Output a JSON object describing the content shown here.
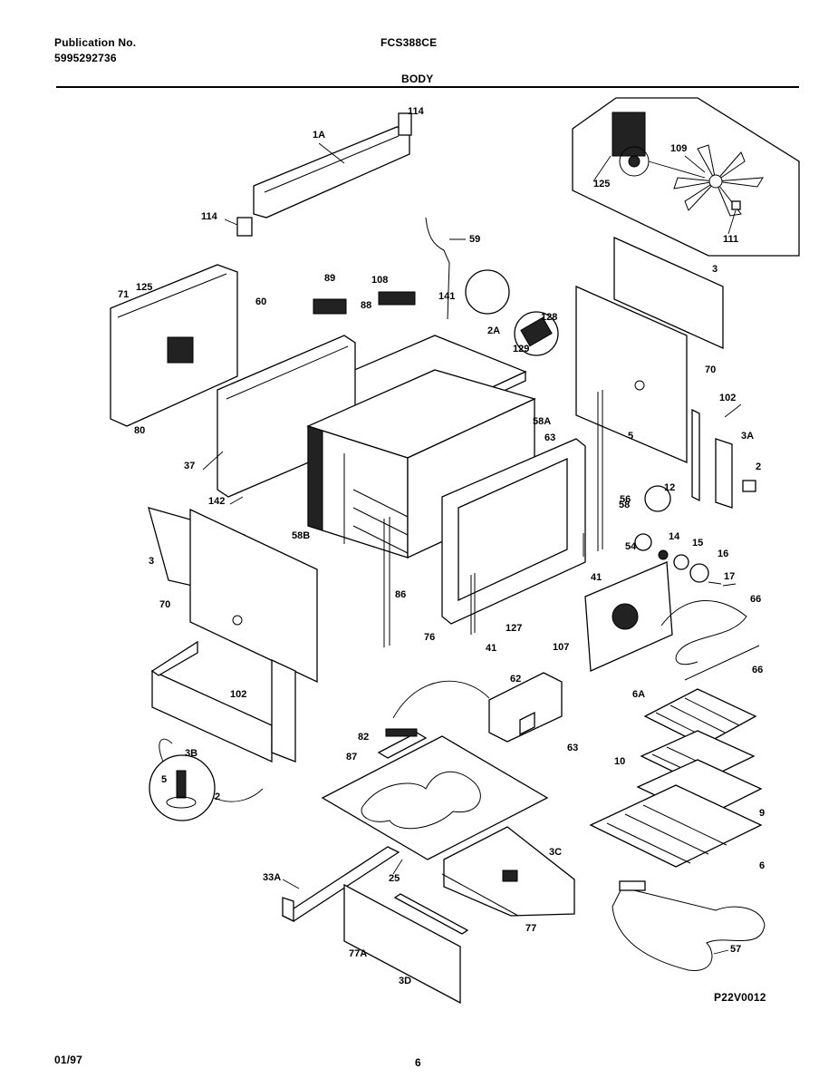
{
  "header": {
    "publication_label": "Publication No.",
    "publication_number": "5995292736",
    "model": "FCS388CE",
    "section": "BODY"
  },
  "footer": {
    "date": "01/97",
    "page": "6",
    "drawing_id": "P22V0012"
  },
  "callouts": [
    "1A",
    "114",
    "114",
    "125",
    "109",
    "111",
    "59",
    "71",
    "125",
    "60",
    "89",
    "108",
    "88",
    "141",
    "2A",
    "128",
    "129",
    "3",
    "80",
    "70",
    "102",
    "3A",
    "37",
    "58A",
    "63",
    "5",
    "2",
    "142",
    "58B",
    "58",
    "12",
    "3",
    "70",
    "56",
    "41",
    "54",
    "14",
    "15",
    "16",
    "17",
    "86",
    "127",
    "107",
    "66",
    "76",
    "41",
    "62",
    "66",
    "6A",
    "102",
    "82",
    "87",
    "63",
    "10",
    "3B",
    "5",
    "2",
    "9",
    "6",
    "33A",
    "25",
    "3C",
    "77",
    "77A",
    "57",
    "3D"
  ]
}
